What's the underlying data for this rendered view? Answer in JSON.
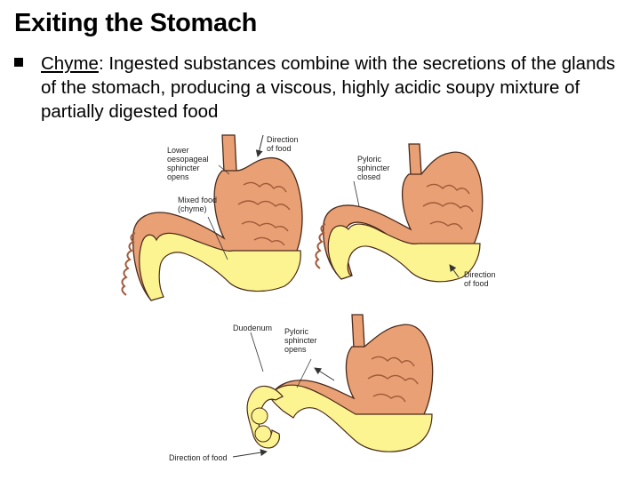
{
  "slide": {
    "title": "Exiting the Stomach",
    "bullet": {
      "term": "Chyme",
      "colon": ":",
      "text": " Ingested substances combine with the secretions of the glands of the stomach, producing a viscous, highly acidic soupy mixture of partially digested food"
    }
  },
  "figure": {
    "colors": {
      "stomach_wall": "#e9a074",
      "rugae": "#a0593a",
      "chyme": "#fbf491",
      "outline": "#4a2a1a"
    },
    "panel1": {
      "direction_label": [
        "Direction",
        "of food"
      ],
      "sphincter_label": [
        "Lower",
        "oesopageal",
        "sphincter",
        "opens"
      ],
      "chyme_label": [
        "Mixed food",
        "(chyme)"
      ]
    },
    "panel2": {
      "sphincter_label": [
        "Pyloric",
        "sphincter",
        "closed"
      ],
      "direction_label": [
        "Direction",
        "of food"
      ]
    },
    "panel3": {
      "duodenum_label": "Duodenum",
      "sphincter_label": [
        "Pyloric",
        "sphincter",
        "opens"
      ],
      "direction_label": "Direction of food"
    }
  }
}
